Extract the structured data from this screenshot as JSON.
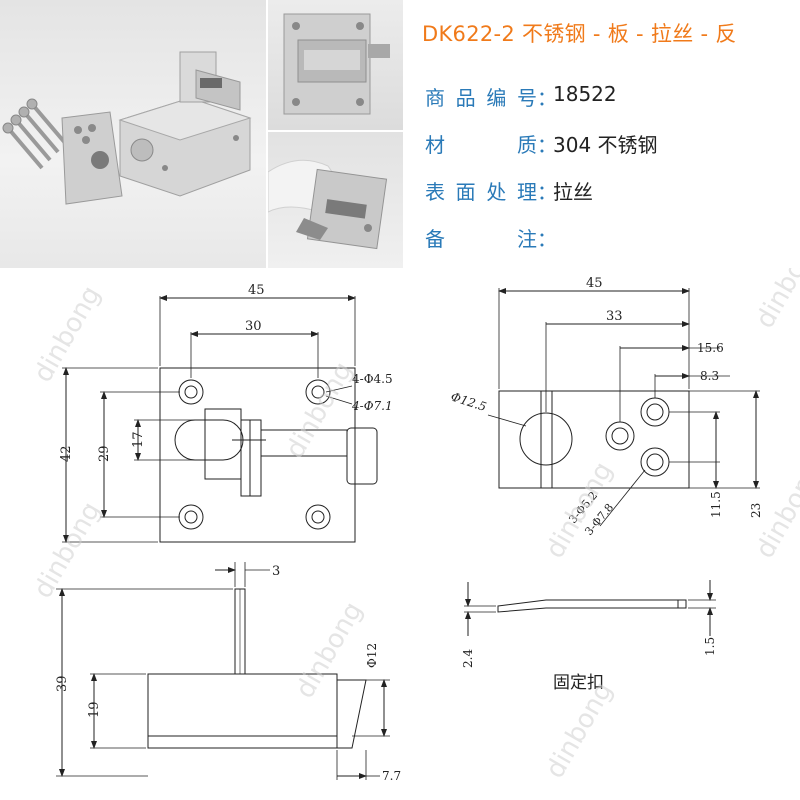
{
  "product": {
    "title": "DK622-2 不锈钢 - 板 - 拉丝 - 反",
    "specs": [
      {
        "label": "商品编号",
        "colon": "：",
        "value": "18522"
      },
      {
        "label": "材质",
        "colon": "：",
        "value": "304 不锈钢"
      },
      {
        "label": "表面处理",
        "colon": "：",
        "value": "拉丝"
      },
      {
        "label": "备注",
        "colon": "：",
        "value": ""
      }
    ]
  },
  "watermark": "dinbong",
  "drawing": {
    "front": {
      "d45": "45",
      "d30": "30",
      "d42": "42",
      "d29": "29",
      "d17": "17",
      "hole1": "4-Φ4.5",
      "hole2": "4-Φ7.1"
    },
    "plate": {
      "d45": "45",
      "d33": "33",
      "d156": "15.6",
      "d83": "8.3",
      "d125": "Φ12.5",
      "d115": "11.5",
      "d23": "23",
      "hole1": "3-Φ5.2",
      "hole2": "3-Φ7.8"
    },
    "side": {
      "d3": "3",
      "d39": "39",
      "d19": "19",
      "d12": "Φ12",
      "d77": "7.7"
    },
    "clip": {
      "d24": "2.4",
      "d15": "1.5",
      "caption": "固定扣"
    }
  },
  "colors": {
    "title": "#f07a1a",
    "label": "#2a7ab8",
    "line": "#222222",
    "watermark": "#c8c8c8"
  }
}
